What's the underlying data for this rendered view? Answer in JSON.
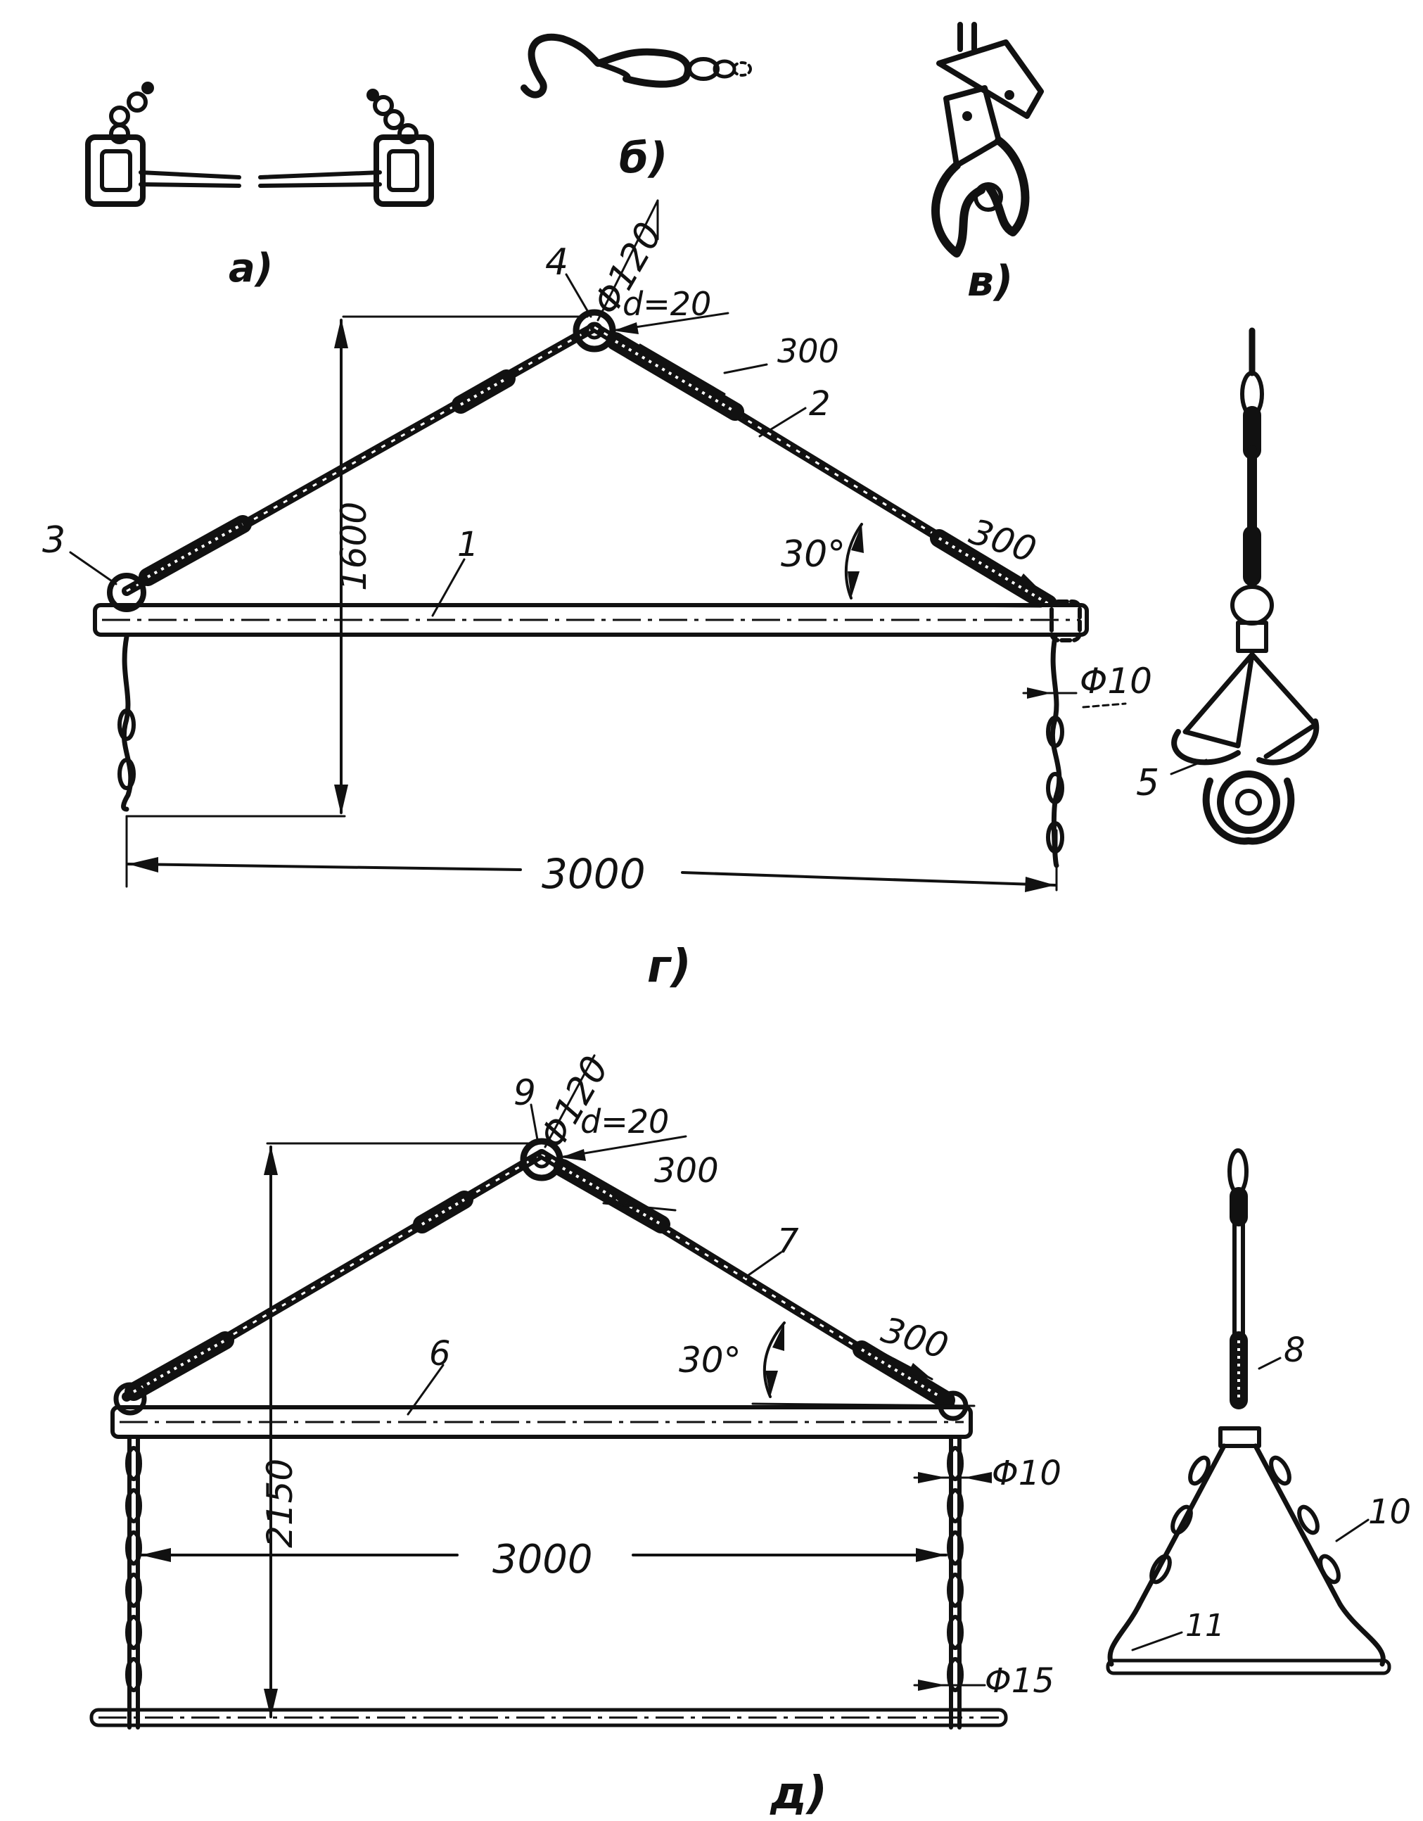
{
  "panels": {
    "a": {
      "label": "а)"
    },
    "b": {
      "label": "б)"
    },
    "v": {
      "label": "в)"
    },
    "g": {
      "label": "г)",
      "dia_ring": "Φ120",
      "rope_d": "d=20",
      "splice_top": "300",
      "splice_bottom": "300",
      "angle": "30°",
      "height": "1600",
      "width": "3000",
      "dia_hook": "Φ10",
      "callouts": [
        "1",
        "2",
        "3",
        "4",
        "5"
      ]
    },
    "d": {
      "label": "д)",
      "dia_ring": "Φ120",
      "rope_d": "d=20",
      "splice_top": "300",
      "splice_bottom": "300",
      "angle": "30°",
      "height": "2150",
      "width": "3000",
      "dia_chain": "Φ10",
      "dia_pipe": "Φ15",
      "callouts": [
        "6",
        "7",
        "8",
        "9",
        "10",
        "11"
      ]
    }
  }
}
